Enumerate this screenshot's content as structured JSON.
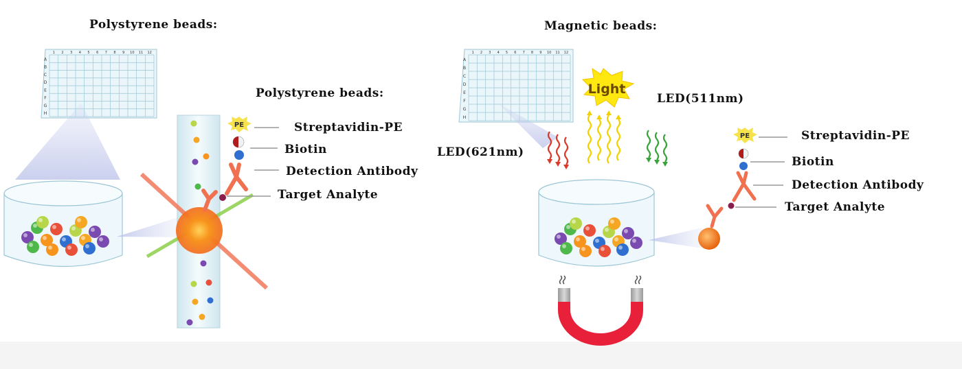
{
  "left_panel": {
    "title": "Polystyrene beads:",
    "sub_title": "Polystyrene beads:",
    "labels": {
      "streptavidin": "Streptavidin-PE",
      "biotin": "Biotin",
      "detection_antibody": "Detection Antibody",
      "target_analyte": "Target Analyte"
    }
  },
  "right_panel": {
    "title": "Magnetic beads:",
    "led_red": "LED(621nm)",
    "led_green": "LED(511nm)",
    "light_badge": "Light",
    "labels": {
      "streptavidin": "Streptavidin-PE",
      "biotin": "Biotin",
      "detection_antibody": "Detection Antibody",
      "target_analyte": "Target Analyte"
    }
  },
  "pe_tag": "PE",
  "plate_rows": [
    "A",
    "B",
    "C",
    "D",
    "E",
    "F",
    "G",
    "H"
  ],
  "colors": {
    "antibody": "#f07050",
    "bead": "#f7941d",
    "red_led": "#d93a2b",
    "green_led": "#3aa23a",
    "yellow_light": "#f5e400",
    "magnet": "#e8203a",
    "purple": "#7a4ab0",
    "blue": "#2f6fd0"
  }
}
